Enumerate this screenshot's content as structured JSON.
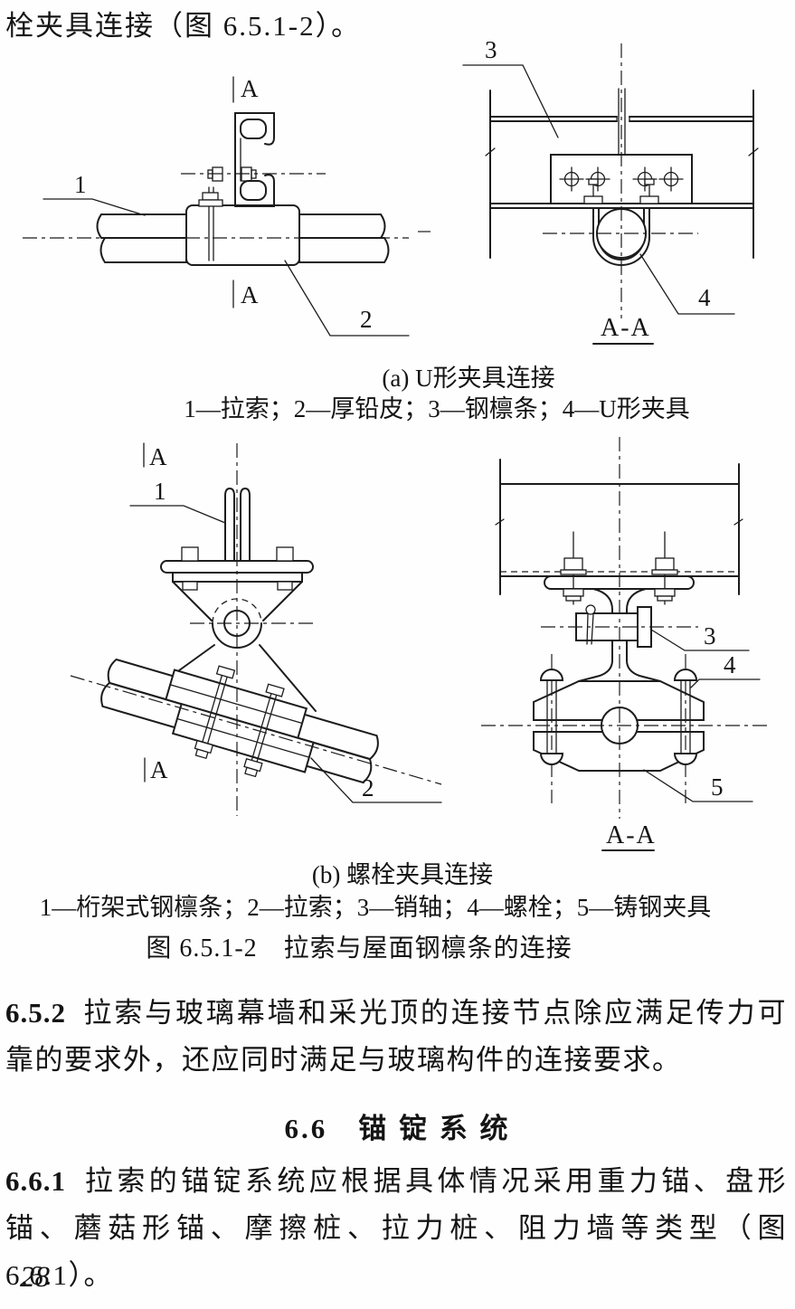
{
  "page": {
    "intro_line": "栓夹具连接（图 6.5.1-2）。",
    "number": "28"
  },
  "figure": {
    "caption": "图 6.5.1-2　拉索与屋面钢檩条的连接",
    "section_mark": "A",
    "section_view_label": "A-A",
    "sub_a": {
      "title": "(a) U形夹具连接",
      "legend": "1—拉索；2—厚铅皮；3—钢檩条；4—U形夹具",
      "callouts": {
        "c1": "1",
        "c2": "2",
        "c3": "3",
        "c4": "4"
      }
    },
    "sub_b": {
      "title": "(b) 螺栓夹具连接",
      "legend": "1—桁架式钢檩条；2—拉索；3—销轴；4—螺栓；5—铸钢夹具",
      "callouts": {
        "c1": "1",
        "c2": "2",
        "c3": "3",
        "c4": "4",
        "c5": "5"
      }
    }
  },
  "body": {
    "clause_652": {
      "number": "6.5.2",
      "text": "拉索与玻璃幕墙和采光顶的连接节点除应满足传力可靠的要求外，还应同时满足与玻璃构件的连接要求。"
    },
    "heading_66": "6.6　锚 锭 系 统",
    "clause_661": {
      "number": "6.6.1",
      "text": "拉索的锚锭系统应根据具体情况采用重力锚、盘形锚、蘑菇形锚、摩擦桩、拉力桩、阻力墙等类型（图 6.6.1）。"
    }
  }
}
